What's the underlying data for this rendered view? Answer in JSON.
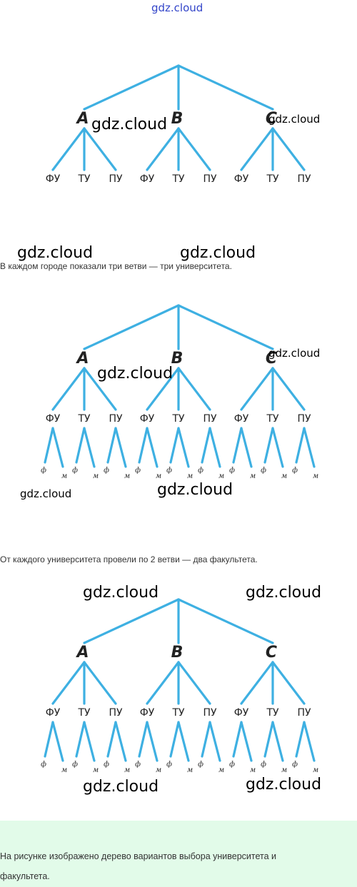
{
  "watermarks": {
    "top": "gdz.cloud",
    "d1_mid": "gdz.cloud",
    "d1_right": "gdz.cloud",
    "sec_left": "gdz.cloud",
    "sec_mid": "gdz.cloud",
    "d2_mid": "gdz.cloud",
    "d2_right": "gdz.cloud",
    "d2_bottom_left": "gdz.cloud",
    "d2_bottom_mid": "gdz.cloud",
    "d3_top_left": "gdz.cloud",
    "d3_top_right": "gdz.cloud",
    "d3_bottom_left": "gdz.cloud",
    "d3_bottom_right": "gdz.cloud"
  },
  "tree": {
    "cities": [
      "A",
      "B",
      "C"
    ],
    "universities": [
      "ФУ",
      "ТУ",
      "ПУ"
    ],
    "faculties": [
      "ф",
      "м"
    ]
  },
  "captions": {
    "step1": "В каждом городе показали три ветви — три университета.",
    "step2": "От каждого университета провели по 2 ветви — два факультета."
  },
  "conclusion": {
    "line1": "На рисунке изображено дерево вариантов выбора университета и",
    "line2": "факультета."
  }
}
